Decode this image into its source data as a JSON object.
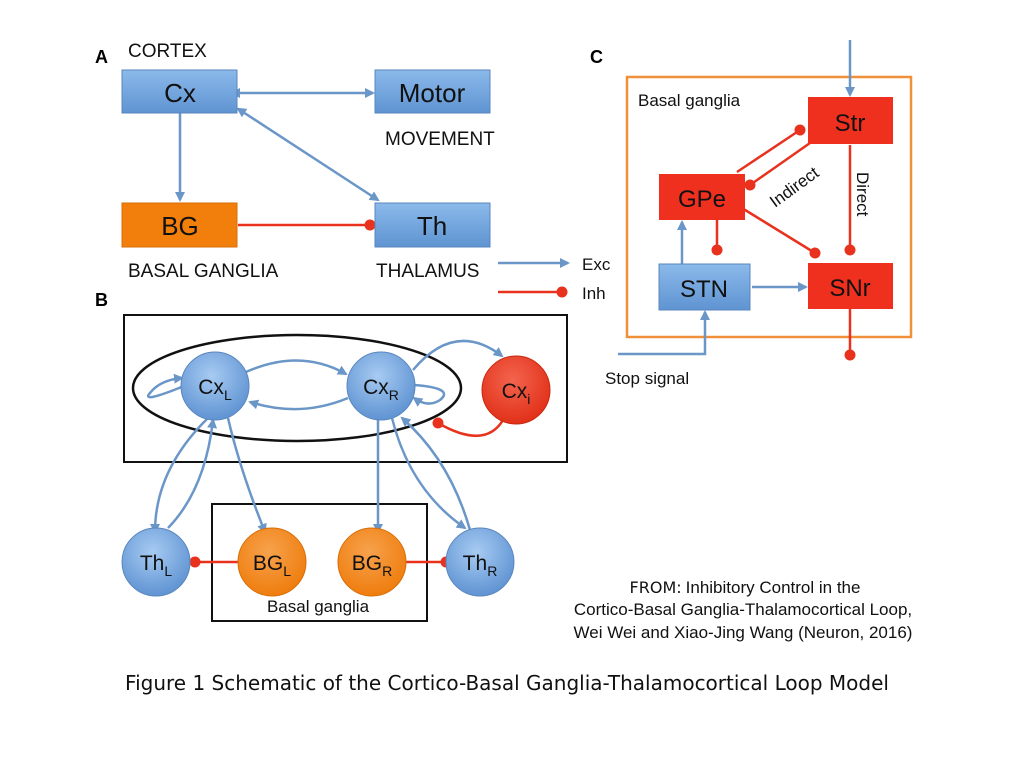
{
  "panel_a": {
    "letter": "A",
    "cortex_label": "CORTEX",
    "movement_label": "MOVEMENT",
    "bg_label": "BASAL GANGLIA",
    "thalamus_label": "THALAMUS",
    "nodes": {
      "cx": "Cx",
      "motor": "Motor",
      "bg": "BG",
      "th": "Th"
    },
    "legend": {
      "exc": "Exc",
      "inh": "Inh"
    }
  },
  "panel_b": {
    "letter": "B",
    "basal_ganglia_label": "Basal ganglia",
    "nodes": {
      "cxl": {
        "base": "Cx",
        "sub": "L"
      },
      "cxr": {
        "base": "Cx",
        "sub": "R"
      },
      "cxi": {
        "base": "Cx",
        "sub": "i"
      },
      "thl": {
        "base": "Th",
        "sub": "L"
      },
      "bgl": {
        "base": "BG",
        "sub": "L"
      },
      "bgr": {
        "base": "BG",
        "sub": "R"
      },
      "thr": {
        "base": "Th",
        "sub": "R"
      }
    }
  },
  "panel_c": {
    "letter": "C",
    "box_label": "Basal ganglia",
    "nodes": {
      "str": "Str",
      "gpe": "GPe",
      "stn": "STN",
      "snr": "SNr"
    },
    "indirect_label": "Indirect",
    "direct_label": "Direct",
    "stop_signal_label": "Stop signal"
  },
  "source": {
    "from_label": "FROM:",
    "line1": "Inhibitory Control in the",
    "line2": "Cortico-Basal Ganglia-Thalamocortical Loop,",
    "line3": "Wei Wei and  Xiao-Jing Wang (Neuron, 2016)"
  },
  "caption": "Figure 1 Schematic of the Cortico-Basal Ganglia-Thalamocortical Loop Model",
  "colors": {
    "blue_fill": "#6fa3dc",
    "blue_line": "#6a96c8",
    "orange_fill": "#f27f0c",
    "red": "#e8321e",
    "red_box": "#f0301f",
    "orange_border": "#f0903a"
  }
}
